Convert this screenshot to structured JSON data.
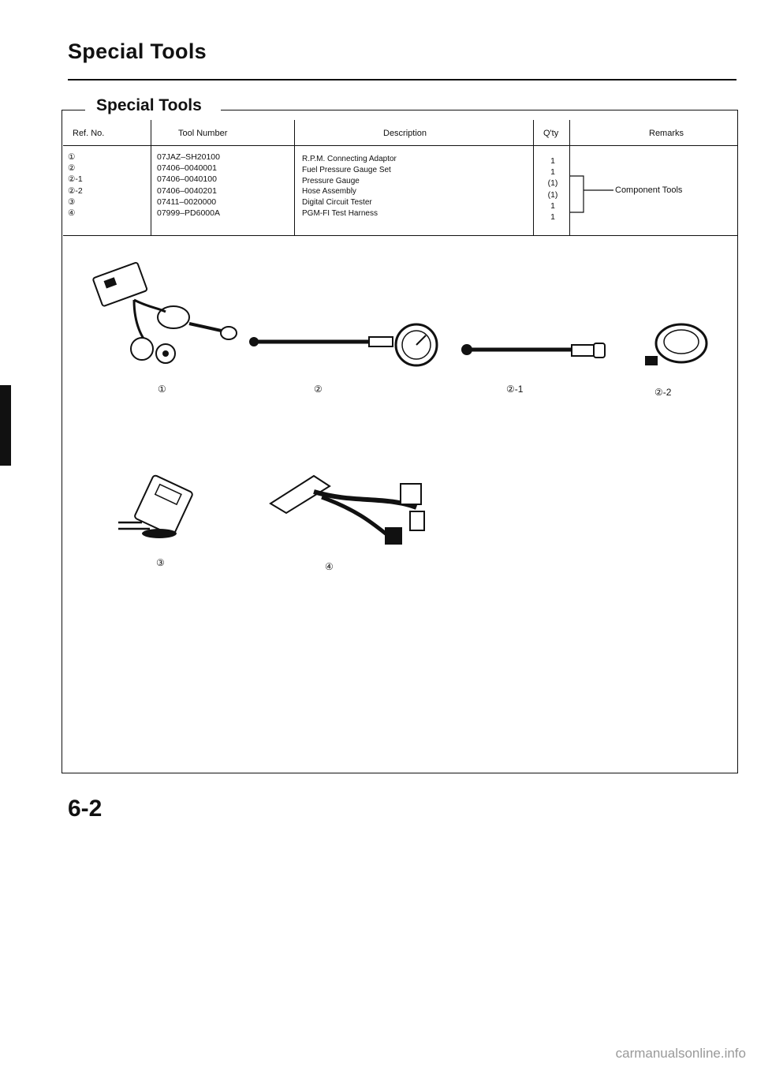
{
  "header": {
    "title": "Special Tools"
  },
  "section": {
    "title": "Special Tools"
  },
  "table": {
    "columns": {
      "ref": "Ref. No.",
      "tool": "Tool Number",
      "desc": "Description",
      "qty": "Q'ty",
      "remarks": "Remarks"
    },
    "rows": [
      {
        "ref": "①",
        "tool": "07JAZ–SH20100",
        "desc": "R.P.M. Connecting Adaptor",
        "qty": "1"
      },
      {
        "ref": "②",
        "tool": "07406–0040001",
        "desc": "Fuel Pressure Gauge Set",
        "qty": "1"
      },
      {
        "ref": "②-1",
        "tool": "07406–0040100",
        "desc": "Pressure Gauge",
        "qty": "(1)"
      },
      {
        "ref": "②-2",
        "tool": "07406–0040201",
        "desc": "Hose Assembly",
        "qty": "(1)"
      },
      {
        "ref": "③",
        "tool": "07411–0020000",
        "desc": "Digital Circuit Tester",
        "qty": "1"
      },
      {
        "ref": "④",
        "tool": "07999–PD6000A",
        "desc": "PGM-FI Test Harness",
        "qty": "1"
      }
    ],
    "remarks_note": "Component Tools"
  },
  "illustrations": {
    "callouts": [
      "①",
      "②",
      "②-1",
      "②-2",
      "③",
      "④"
    ]
  },
  "footer": {
    "page_number": "6-2",
    "watermark": "carmanualsonline.info"
  }
}
